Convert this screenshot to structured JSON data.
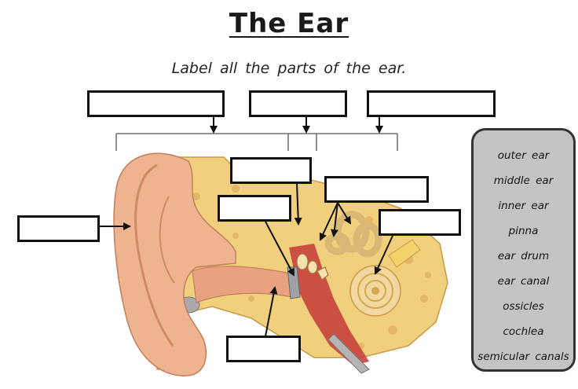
{
  "title": "The Ear",
  "subtitle": "Label all the parts of the ear.",
  "word_bank": [
    "outer ear",
    "middle ear",
    "inner ear",
    "pinna",
    "ear drum",
    "ear canal",
    "ossicles",
    "cochlea",
    "semicular canals"
  ],
  "colors": {
    "skin": "#eeb38f",
    "skin_dark": "#d88c6a",
    "bone": "#f0cf7d",
    "bone_dark": "#d4a84e",
    "canal": "#c8413c",
    "inner_ear": "#f2d8a0",
    "word_bank_bg": "#c4c4c4"
  }
}
